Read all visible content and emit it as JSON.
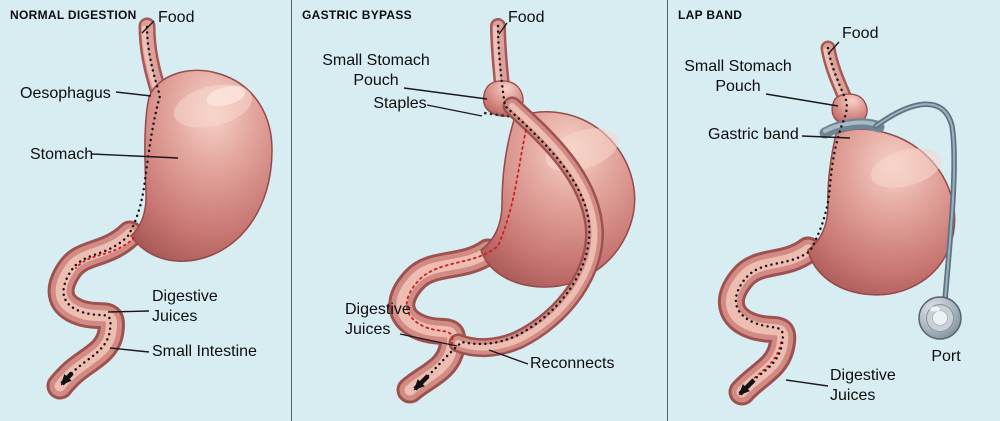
{
  "colors": {
    "background": "#d8edf2",
    "stomach_pink": "#c87672",
    "stomach_highlight": "#f6d2c8",
    "stomach_shadow": "#9b4d4c",
    "intestine_inner": "#eebdb2",
    "food_path": "#141414",
    "juices_path": "#cd1f1f",
    "band_gray": "#6e8694",
    "port_gray": "#8d9ba4",
    "divider": "#565e63"
  },
  "panels": [
    {
      "title": "NORMAL DIGESTION",
      "labels": {
        "food": "Food",
        "oesophagus": "Oesophagus",
        "stomach": "Stomach",
        "digestive_juices": "Digestive Juices",
        "small_intestine": "Small Intestine"
      }
    },
    {
      "title": "GASTRIC BYPASS",
      "labels": {
        "food": "Food",
        "pouch": "Small Stomach Pouch",
        "staples": "Staples",
        "digestive_juices": "Digestive Juices",
        "reconnects": "Reconnects"
      }
    },
    {
      "title": "LAP BAND",
      "labels": {
        "food": "Food",
        "pouch": "Small Stomach Pouch",
        "band": "Gastric band",
        "digestive_juices": "Digestive Juices",
        "port": "Port"
      }
    }
  ]
}
